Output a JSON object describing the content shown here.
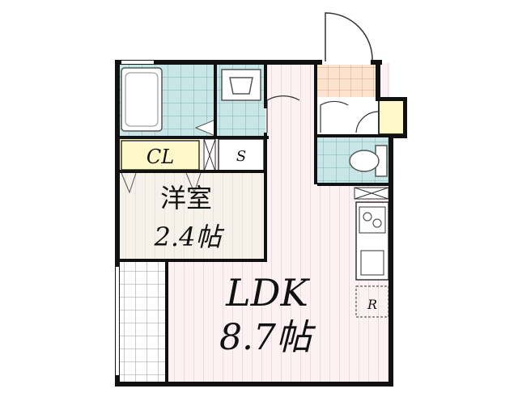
{
  "rooms": {
    "ldk": {
      "label": "LDK",
      "size": "8.7帖"
    },
    "western": {
      "label": "洋室",
      "size": "2.4帖"
    },
    "closet": {
      "label": "CL"
    },
    "shoe_storage": {
      "label": "S"
    },
    "refrigerator": {
      "label": "R"
    }
  },
  "colors": {
    "wall": "#111111",
    "ldk_floor": "#fcf2f4",
    "western_floor": "#f6f1ea",
    "wet_area": "#c9e6e6",
    "entrance": "#fbe3cf",
    "closet": "#fff8c8",
    "balcony": "#ffffff"
  }
}
